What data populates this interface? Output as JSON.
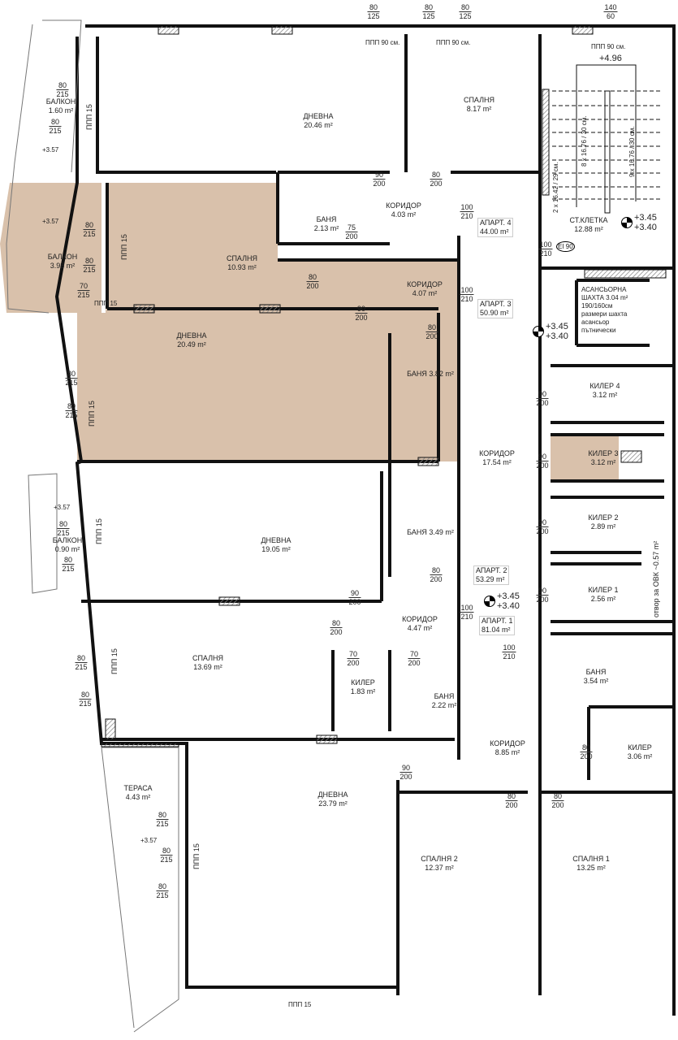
{
  "colors": {
    "highlight": "#d9c1ab",
    "wall": "#111111",
    "hatch": "#bbbbbb"
  },
  "top_dims": [
    {
      "w": "80",
      "h": "125"
    },
    {
      "w": "80",
      "h": "125"
    },
    {
      "w": "80",
      "h": "125"
    },
    {
      "w": "140",
      "h": "60"
    }
  ],
  "rooms": [
    {
      "name": "БАЛКОН",
      "area": "1.60 m²"
    },
    {
      "name": "ДНЕВНА",
      "area": "20.46 m²"
    },
    {
      "name": "СПАЛНЯ",
      "area": "8.17 m²"
    },
    {
      "name": "КОРИДОР",
      "area": "4.03 m²"
    },
    {
      "name": "БАНЯ",
      "area": "2.13 m²"
    },
    {
      "name": "СТ.КЛЕТКА",
      "area": "12.88 m²"
    },
    {
      "name": "БАЛКОН",
      "area": "3.98 m²"
    },
    {
      "name": "СПАЛНЯ",
      "area": "10.93 m²"
    },
    {
      "name": "КОРИДОР",
      "area": "4.07 m²"
    },
    {
      "name": "ДНЕВНА",
      "area": "20.49 m²"
    },
    {
      "name": "БАНЯ",
      "area": "3.82 m²"
    },
    {
      "name": "КИЛЕР 4",
      "area": "3.12 m²"
    },
    {
      "name": "КОРИДОР",
      "area": "17.54 m²"
    },
    {
      "name": "КИЛЕР 3",
      "area": "3.12 m²"
    },
    {
      "name": "БАЛКОН",
      "area": "0.90 m²"
    },
    {
      "name": "ДНЕВНА",
      "area": "19.05 m²"
    },
    {
      "name": "БАНЯ",
      "area": "3.49 m²"
    },
    {
      "name": "КИЛЕР 2",
      "area": "2.89 m²"
    },
    {
      "name": "КИЛЕР 1",
      "area": "2.56 m²"
    },
    {
      "name": "КОРИДОР",
      "area": "4.47 m²"
    },
    {
      "name": "СПАЛНЯ",
      "area": "13.69 m²"
    },
    {
      "name": "КИЛЕР",
      "area": "1.83 m²"
    },
    {
      "name": "БАНЯ",
      "area": "2.22 m²"
    },
    {
      "name": "БАНЯ",
      "area": "3.54 m²"
    },
    {
      "name": "КОРИДОР",
      "area": "8.85 m²"
    },
    {
      "name": "КИЛЕР",
      "area": "3.06 m²"
    },
    {
      "name": "ТЕРАСА",
      "area": "4.43 m²"
    },
    {
      "name": "ДНЕВНА",
      "area": "23.79 m²"
    },
    {
      "name": "СПАЛНЯ 2",
      "area": "12.37 m²"
    },
    {
      "name": "СПАЛНЯ 1",
      "area": "13.25 m²"
    }
  ],
  "apartments": [
    {
      "name": "АПАРТ. 4",
      "area": "44.00 m²"
    },
    {
      "name": "АПАРТ. 3",
      "area": "50.90 m²"
    },
    {
      "name": "АПАРТ. 2",
      "area": "53.29 m²"
    },
    {
      "name": "АПАРТ. 1",
      "area": "81.04 m²"
    }
  ],
  "shaft": {
    "title": "АСАНСЬОРНА",
    "title2": "ШАХТА 3.04 m²",
    "size": "190/160см",
    "note1": "размери шахта",
    "note2": "асансьор",
    "note3": "пътнически"
  },
  "hvac": "отвор за ОВК ~0.57 m²",
  "stairs": {
    "top_level": "+4.96",
    "flight1": "2 x 16.42 / 29 см.",
    "flight2": "8 x 16.76 / 30 см.",
    "flight3": "9 x 16.76 / 30 см.",
    "fire_door": "EI 90"
  },
  "levels": {
    "upper": "+3.45",
    "lower": "+3.40",
    "balcony": "+3.57"
  },
  "sills": {
    "ppp90": "ППП 90 см.",
    "ppp15": "ППП 15"
  },
  "doors": [
    {
      "w": "80",
      "h": "215"
    },
    {
      "w": "90",
      "h": "200"
    },
    {
      "w": "80",
      "h": "200"
    },
    {
      "w": "75",
      "h": "200"
    },
    {
      "w": "100",
      "h": "210"
    },
    {
      "w": "70",
      "h": "215"
    },
    {
      "w": "70",
      "h": "200"
    }
  ]
}
